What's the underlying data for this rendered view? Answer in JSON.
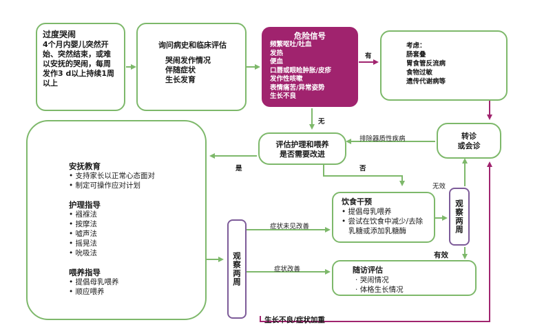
{
  "boxes": {
    "excessive_crying": {
      "title": "过度哭闹",
      "lines": [
        "4个月内婴儿突然开",
        "始、突然结束，或难",
        "以安抚的哭闹，每周",
        "发作3 d以上持续1周",
        "以上"
      ]
    },
    "history": {
      "title": "询问病史和临床评估",
      "lines": [
        "哭闹发作情况",
        "伴随症状",
        "生长发育"
      ]
    },
    "danger": {
      "title": "危险信号",
      "lines": [
        "频繁呕吐/吐血",
        "发热",
        "便血",
        "口唇或眼睑肿胀/皮疹",
        "发作性咳嗽",
        "表情痛苦/异常姿势",
        "生长不良"
      ]
    },
    "consider": {
      "title": "考虑：",
      "lines": [
        "肠套叠",
        "胃食管反流病",
        "食物过敏",
        "遗传代谢病等"
      ]
    },
    "referral": {
      "title": "转诊",
      "title2": "或会诊"
    },
    "evaluate": {
      "title": "评估护理和喂养",
      "title2": "是否需要改进"
    },
    "education": {
      "sections": [
        {
          "heading": "安抚教育",
          "items": [
            "支持家长以正常心态面对",
            "制定可操作应对计划"
          ]
        },
        {
          "heading": "护理指导",
          "items": [
            "襁褓法",
            "按摩法",
            "嘘声法",
            "摇晃法",
            "吮吸法"
          ]
        },
        {
          "heading": "喂养指导",
          "items": [
            "提倡母乳喂养",
            "顺应喂养"
          ]
        }
      ]
    },
    "diet": {
      "title": "饮食干预",
      "items": [
        "提倡母乳喂养",
        "尝试在饮食中减少/去除",
        "乳糖或添加乳糖酶"
      ]
    },
    "follow": {
      "title": "随访评估",
      "items": [
        "哭闹情况",
        "体格生长情况"
      ]
    },
    "observe_center": {
      "text": "观察两周"
    },
    "observe_right": {
      "text": "观察两周"
    }
  },
  "labels": {
    "yes_top": "有",
    "no_down": "无",
    "exclude": "排除器质性疾病",
    "yes_left": "是",
    "no_right": "否",
    "not_improved": "症状未见改善",
    "improved": "症状改善",
    "ineffective": "无效",
    "effective": "有效",
    "worse": "生长不良/症状加重"
  },
  "colors": {
    "green": "#7db86a",
    "purple": "#a0236e",
    "violet": "#7c5a98"
  }
}
